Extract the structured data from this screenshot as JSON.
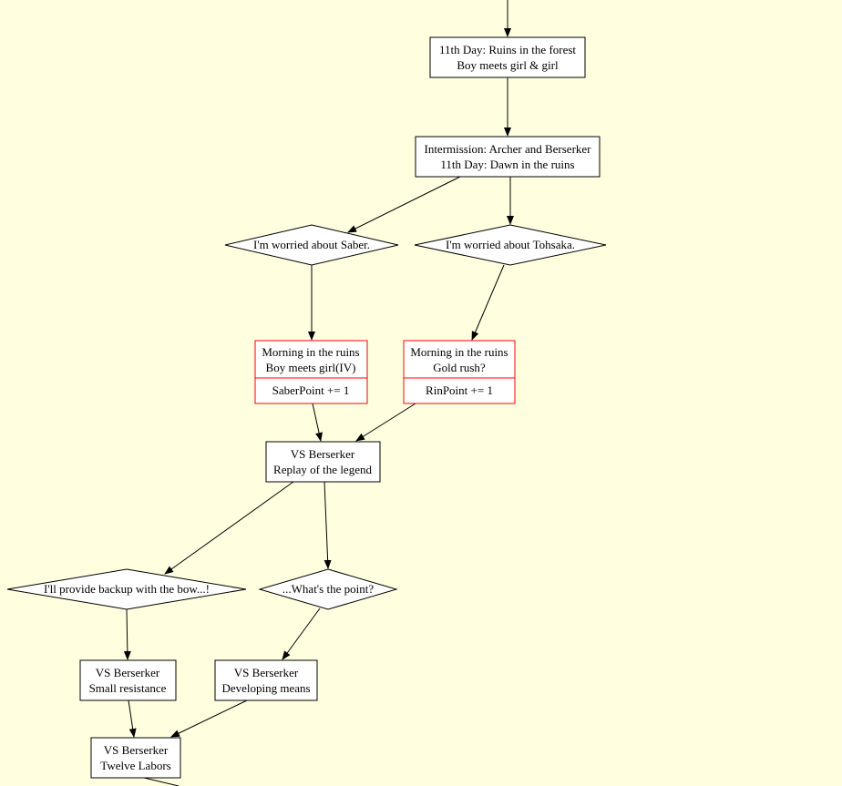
{
  "diagram": {
    "colors": {
      "background": "#ffffe0",
      "node_fill": "#ffffff",
      "node_border": "#000000",
      "point_node_border": "#ff0000",
      "edge": "#000000",
      "text": "#000000"
    },
    "nodes": {
      "ruins_forest": {
        "line1": "11th Day: Ruins in the forest",
        "line2": "Boy meets girl & girl"
      },
      "intermission": {
        "line1": "Intermission: Archer and Berserker",
        "line2": "11th Day: Dawn in the ruins"
      },
      "worried_saber": {
        "label": "I'm worried about Saber."
      },
      "worried_tohsaka": {
        "label": "I'm worried about Tohsaka."
      },
      "morning_ruins_iv": {
        "line1": "Morning in the ruins",
        "line2": "Boy meets girl(IV)",
        "effect": "SaberPoint += 1"
      },
      "morning_ruins_gold": {
        "line1": "Morning in the ruins",
        "line2": "Gold rush?",
        "effect": "RinPoint += 1"
      },
      "replay_of_the_legend": {
        "line1": "VS Berserker",
        "line2": "Replay of the legend"
      },
      "backup_with_bow": {
        "label": "I'll provide backup with the bow...!"
      },
      "whats_the_point": {
        "label": "...What's the point?"
      },
      "small_resistance": {
        "line1": "VS Berserker",
        "line2": "Small resistance"
      },
      "developing_means": {
        "line1": "VS Berserker",
        "line2": "Developing means"
      },
      "twelve_labors": {
        "line1": "VS Berserker",
        "line2": "Twelve Labors"
      }
    }
  }
}
